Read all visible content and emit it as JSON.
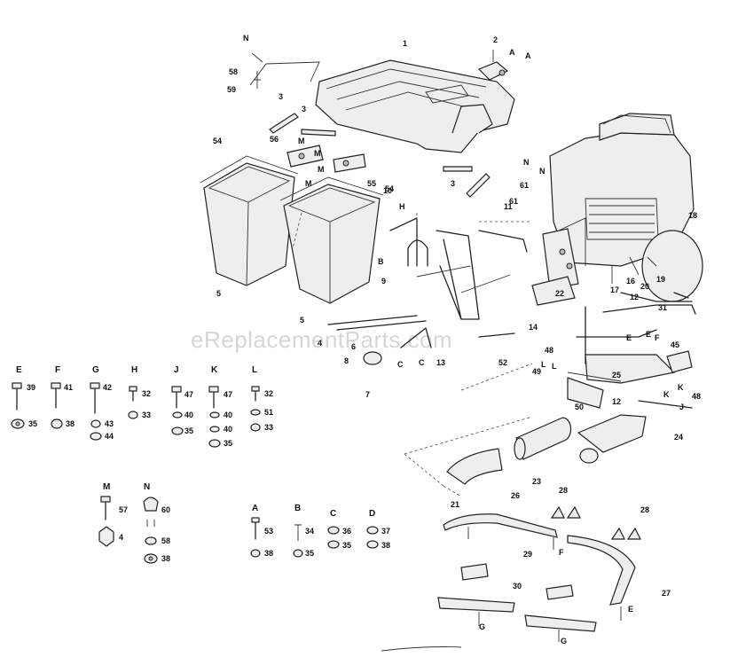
{
  "watermark": "eReplacementParts.com",
  "hardware_groups": [
    {
      "letter": "E",
      "parts": [
        "39",
        "35"
      ]
    },
    {
      "letter": "F",
      "parts": [
        "41",
        "38"
      ]
    },
    {
      "letter": "G",
      "parts": [
        "42",
        "43",
        "44"
      ]
    },
    {
      "letter": "H",
      "parts": [
        "32",
        "33"
      ]
    },
    {
      "letter": "J",
      "parts": [
        "47",
        "40",
        "35"
      ]
    },
    {
      "letter": "K",
      "parts": [
        "47",
        "40",
        "40",
        "35"
      ]
    },
    {
      "letter": "L",
      "parts": [
        "32",
        "51",
        "33"
      ]
    },
    {
      "letter": "M",
      "parts": [
        "57",
        "4"
      ]
    },
    {
      "letter": "N",
      "parts": [
        "60",
        "58",
        "38"
      ]
    },
    {
      "letter": "A",
      "parts": [
        "53",
        "38"
      ]
    },
    {
      "letter": "B",
      "parts": [
        "34",
        "35"
      ]
    },
    {
      "letter": "C",
      "parts": [
        "36",
        "35"
      ]
    },
    {
      "letter": "D",
      "parts": [
        "37",
        "38"
      ]
    }
  ],
  "callouts": [
    "1",
    "2",
    "3",
    "3",
    "3",
    "4",
    "5",
    "5",
    "6",
    "7",
    "8",
    "9",
    "10",
    "11",
    "12",
    "12",
    "13",
    "14",
    "16",
    "17",
    "18",
    "19",
    "20",
    "21",
    "22",
    "23",
    "24",
    "25",
    "26",
    "27",
    "28",
    "28",
    "29",
    "30",
    "31",
    "45",
    "48",
    "48",
    "49",
    "50",
    "52",
    "54",
    "54",
    "55",
    "56",
    "58",
    "59",
    "61",
    "61",
    "A",
    "A",
    "B",
    "C",
    "C",
    "H",
    "M",
    "M",
    "M",
    "M",
    "N",
    "N",
    "N",
    "E",
    "E",
    "E",
    "F",
    "F",
    "G",
    "G",
    "J",
    "K",
    "K",
    "L",
    "L"
  ]
}
